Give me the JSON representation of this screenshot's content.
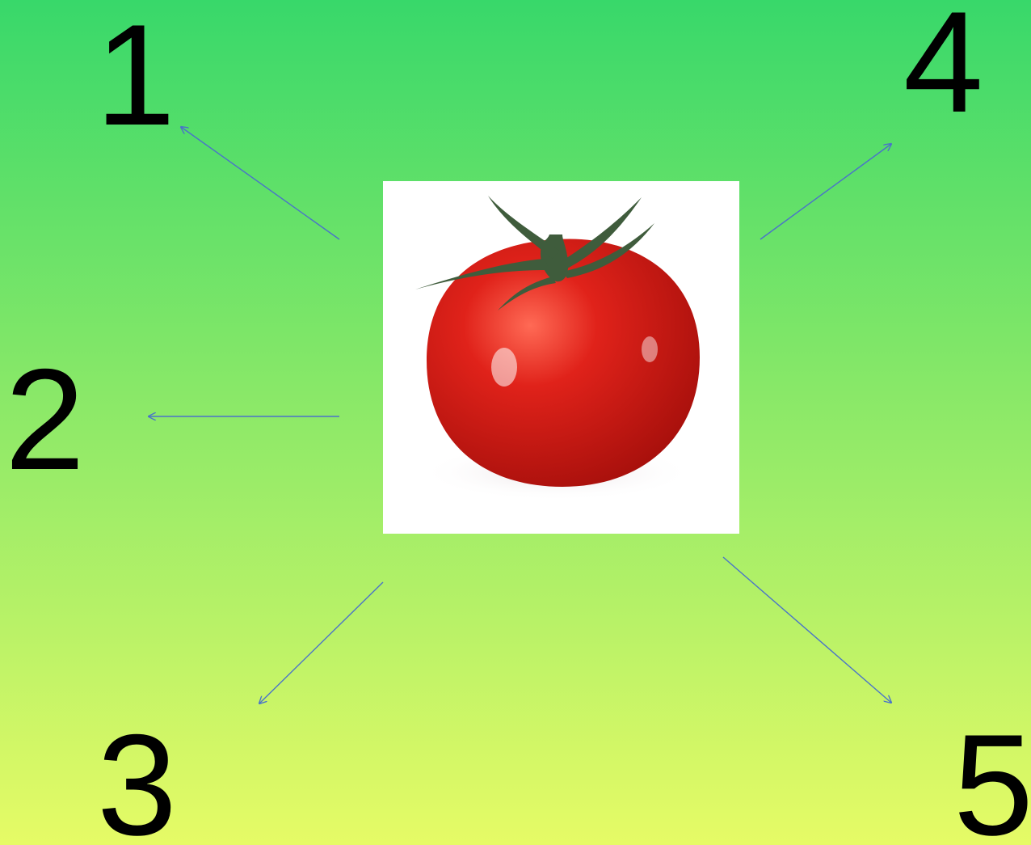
{
  "colors": {
    "background_top": "#38d86a",
    "background_bottom": "#e6fb66",
    "arrow": "#4a73c9",
    "label_text": "#000000",
    "photo_background": "#ffffff",
    "tomato_red": "#e0221a",
    "stem_green": "#3f5c3c"
  },
  "center_image": {
    "subject": "tomato",
    "icon": "tomato-icon"
  },
  "labels": {
    "one": "1",
    "two": "2",
    "three": "3",
    "four": "4",
    "five": "5"
  }
}
